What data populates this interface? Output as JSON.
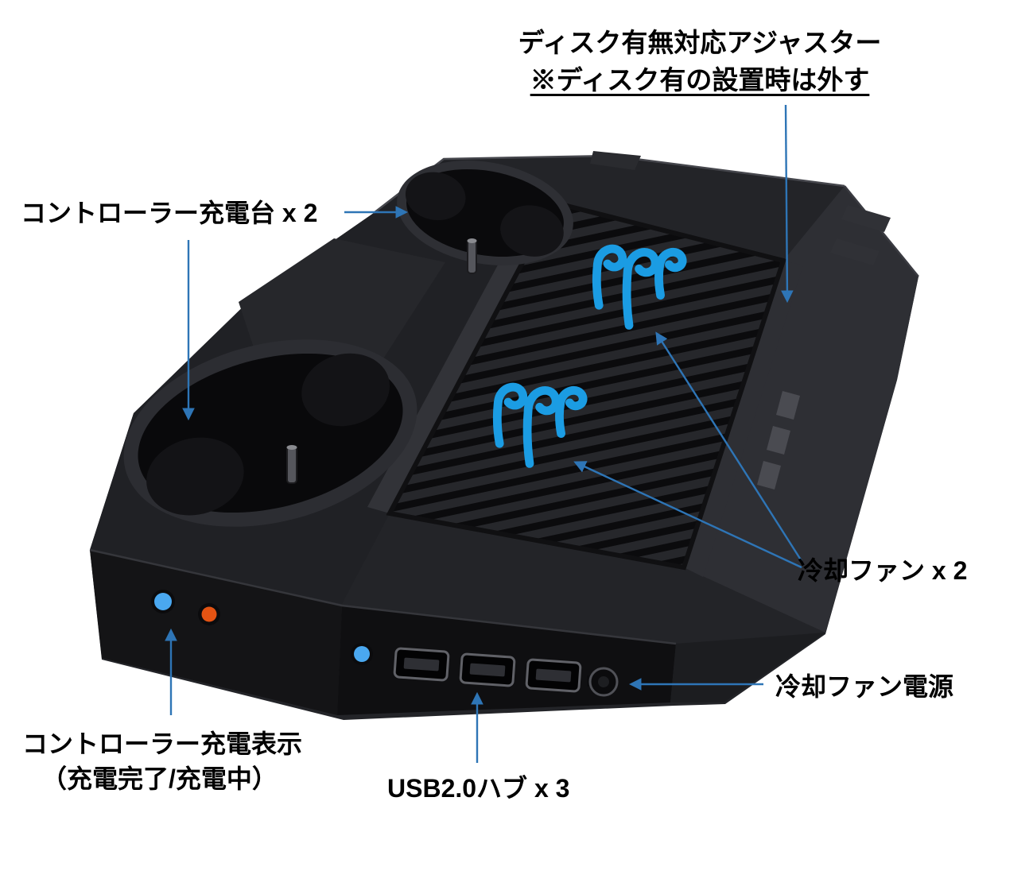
{
  "colors": {
    "arrow": "#2E75B6",
    "wind": "#1B9CE3",
    "led_blue": "#4AA8F0",
    "led_red": "#E35313"
  },
  "labels": {
    "adjuster_line1": "ディスク有無対応アジャスター",
    "adjuster_line2": "※ディスク有の設置時は外す",
    "controller_dock": "コントローラー充電台 x 2",
    "cooling_fan": "冷却ファン x 2",
    "fan_power": "冷却ファン電源",
    "charge_indicator_line1": "コントローラー充電表示",
    "charge_indicator_line2": "（充電完了/充電中）",
    "usb_hub": "USB2.0ハブ x 3"
  },
  "icons": {
    "wind": "wind-swirl-icon",
    "led_blue": "blue-led-dot",
    "led_red": "red-led-dot",
    "arrow": "callout-arrow"
  }
}
